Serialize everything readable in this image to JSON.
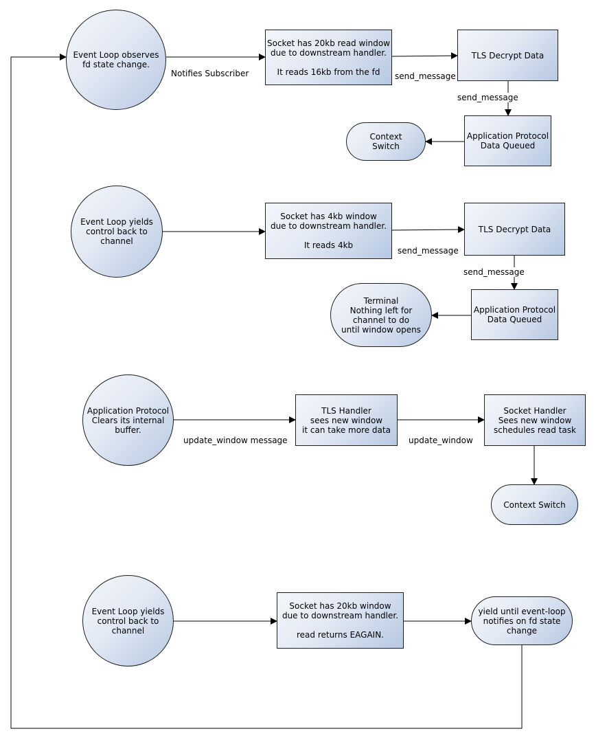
{
  "nodes": {
    "n1_event_loop_observes": "Event Loop observes\nfd state change.",
    "n1_socket": "Socket has 20kb read window\ndue to downstream handler.\n\nIt reads 16kb from the fd",
    "n1_tls": "TLS Decrypt Data",
    "n1_app_proto": "Application Protocol\nData Queued",
    "n1_context": "Context\nSwitch",
    "n2_event_loop_yields": "Event Loop yields\ncontrol back to\nchannel",
    "n2_socket": "Socket has 4kb window\ndue to downstream handler.\n\nIt reads 4kb",
    "n2_tls": "TLS Decrypt Data",
    "n2_app_proto": "Application Protocol\nData Queued",
    "n2_terminal": "Terminal\nNothing left for\nchannel to do\nuntil window opens",
    "n3_app_clears": "Application Protocol\nClears its internal\nbuffer.",
    "n3_tls_handler": "TLS Handler\nsees new window\nit can take more data",
    "n3_socket_handler": "Socket Handler\nSees new window\nschedules read task",
    "n3_context": "Context Switch",
    "n4_event_loop_yields": "Event Loop yields\ncontrol back to\nchannel",
    "n4_socket": "Socket has 20kb window\ndue to downstream handler.\n\nread returns EAGAIN.",
    "n4_yield": "yield until event-loop\nnotifies on fd state\nchange"
  },
  "edge_labels": {
    "notifies_subscriber": "Notifies Subscriber",
    "r1_send_message_a": "send_message",
    "r1_send_message_b": "send_message",
    "r2_send_message_a": "send_message",
    "r2_send_message_b": "send_message",
    "update_window_message": "update_window message",
    "update_window": "update_window"
  },
  "colors": {
    "fill_light": "#f3f6fb",
    "fill_dark": "#b6c8e2",
    "stroke": "#1e1e1e"
  }
}
